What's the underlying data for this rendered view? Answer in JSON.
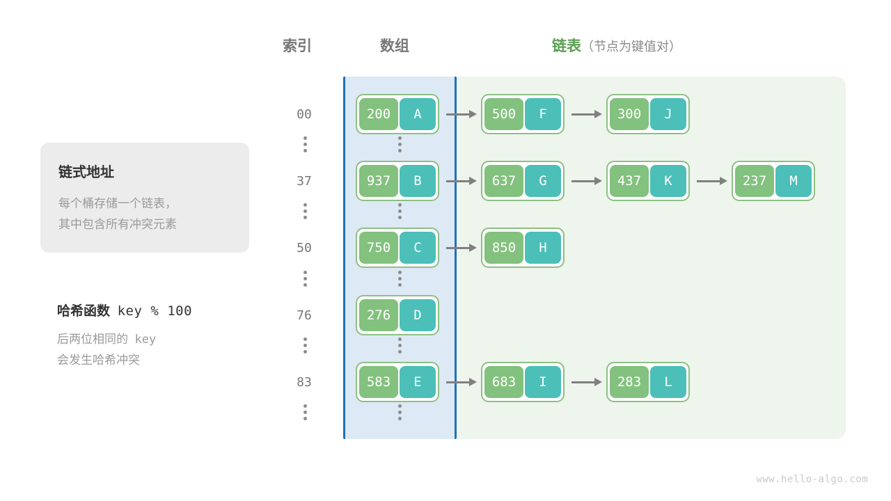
{
  "headers": {
    "index": "索引",
    "array": "数组",
    "list_main": "链表",
    "list_sub": "（节点为键值对）"
  },
  "info_card": {
    "title": "链式地址",
    "line1": "每个桶存储一个链表，",
    "line2": "其中包含所有冲突元素"
  },
  "hash_note": {
    "title_cn": "哈希函数",
    "title_code": "key % 100",
    "line1_cn": "后两位相同的",
    "line1_code": "key",
    "line2": "会发生哈希冲突"
  },
  "colors": {
    "key_cell": "#83c17e",
    "value_cell": "#4bbfb8",
    "node_border": "#8cc084",
    "array_panel_bg": "#dde9f4",
    "array_panel_border": "#1f71b8",
    "list_panel_bg": "#eef5ec",
    "arrow": "#808080",
    "accent_green": "#5a9e54"
  },
  "buckets": [
    {
      "index": "00",
      "nodes": [
        {
          "key": "200",
          "value": "A"
        },
        {
          "key": "500",
          "value": "F"
        },
        {
          "key": "300",
          "value": "J"
        }
      ]
    },
    {
      "index": "37",
      "nodes": [
        {
          "key": "937",
          "value": "B"
        },
        {
          "key": "637",
          "value": "G"
        },
        {
          "key": "437",
          "value": "K"
        },
        {
          "key": "237",
          "value": "M"
        }
      ]
    },
    {
      "index": "50",
      "nodes": [
        {
          "key": "750",
          "value": "C"
        },
        {
          "key": "850",
          "value": "H"
        }
      ]
    },
    {
      "index": "76",
      "nodes": [
        {
          "key": "276",
          "value": "D"
        }
      ]
    },
    {
      "index": "83",
      "nodes": [
        {
          "key": "583",
          "value": "E"
        },
        {
          "key": "683",
          "value": "I"
        },
        {
          "key": "283",
          "value": "L"
        }
      ]
    }
  ],
  "ellipsis_rows": 6,
  "watermark": "www.hello-algo.com"
}
